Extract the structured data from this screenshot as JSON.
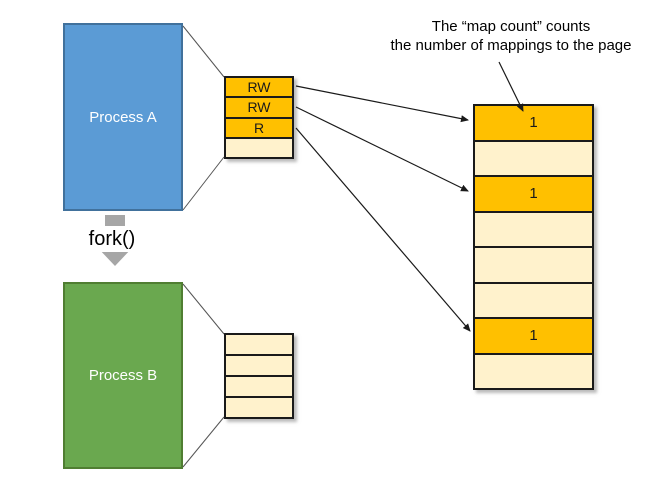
{
  "colors": {
    "process_a_fill": "#5b9bd5",
    "process_a_border": "#41719c",
    "process_b_fill": "#6aa84f",
    "process_b_border": "#507e32",
    "mapped": "#ffc000",
    "unmapped": "#fff2cc",
    "cell_border": "#1a1a1a",
    "fork_arrow": "#a6a6a6",
    "connector": "#555555",
    "arrow": "#1a1a1a"
  },
  "annotation": {
    "line1": "The “map count” counts",
    "line2": "the number of mappings to the page"
  },
  "fork": {
    "label": "fork()"
  },
  "process_a": {
    "label": "Process A"
  },
  "process_b": {
    "label": "Process B"
  },
  "page_table_a": {
    "rows": [
      {
        "label": "RW",
        "highlighted": true
      },
      {
        "label": "RW",
        "highlighted": true
      },
      {
        "label": "R",
        "highlighted": true
      },
      {
        "label": "",
        "highlighted": false
      }
    ]
  },
  "page_table_b": {
    "rows": [
      {
        "label": "",
        "highlighted": false
      },
      {
        "label": "",
        "highlighted": false
      },
      {
        "label": "",
        "highlighted": false
      },
      {
        "label": "",
        "highlighted": false
      }
    ]
  },
  "physical_pages": {
    "rows": [
      {
        "label": "1",
        "highlighted": true
      },
      {
        "label": "",
        "highlighted": false
      },
      {
        "label": "1",
        "highlighted": true
      },
      {
        "label": "",
        "highlighted": false
      },
      {
        "label": "",
        "highlighted": false
      },
      {
        "label": "",
        "highlighted": false
      },
      {
        "label": "1",
        "highlighted": true
      },
      {
        "label": "",
        "highlighted": false
      }
    ]
  }
}
